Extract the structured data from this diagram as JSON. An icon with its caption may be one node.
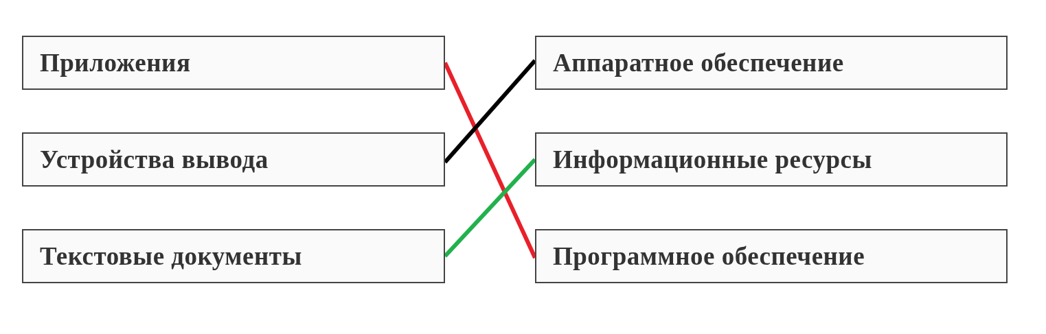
{
  "diagram": {
    "nodes": [
      {
        "text": [
          "Приложения"
        ]
      },
      {
        "text": [
          "Аппаратное обеспечение"
        ]
      },
      {
        "text": [
          "Устройства вывода"
        ]
      },
      {
        "text": [
          "Информационные ресурсы"
        ]
      },
      {
        "text": [
          "Текстовые документы"
        ]
      },
      {
        "text": [
          "Программное обеспечение"
        ]
      }
    ],
    "edges": [
      {
        "from": 0,
        "to": 5,
        "arrow": "none",
        "color": "#e8202a"
      },
      {
        "from": 2,
        "to": 1,
        "arrow": "none",
        "color": "#000000"
      },
      {
        "from": 4,
        "to": 3,
        "arrow": "none",
        "color": "#22b14c"
      }
    ]
  }
}
